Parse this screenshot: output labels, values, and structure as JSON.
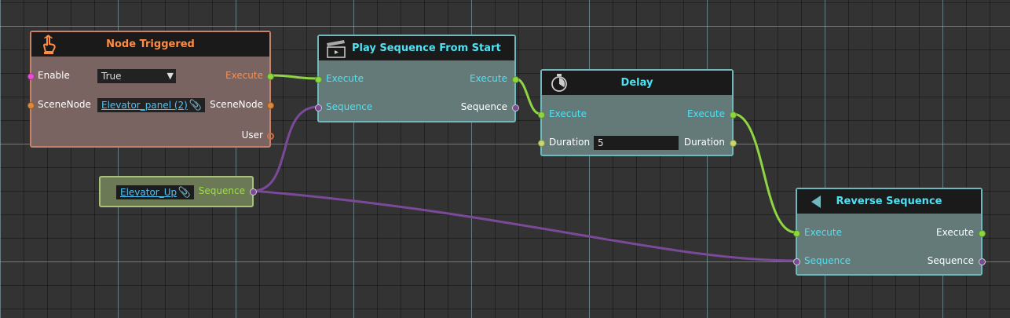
{
  "colors": {
    "execute_wire": "#8ed443",
    "sequence_wire": "#7a4a99",
    "title_cyan": "#4de1f2",
    "trigger_orange": "#ff8c42"
  },
  "node_triggered": {
    "title": "Node Triggered",
    "icon": "touch-hand-icon",
    "enable_label": "Enable",
    "enable_value": "True",
    "scenenode_label": "SceneNode",
    "scenenode_value": "Elevator_panel (2)",
    "scenenode_out_label": "SceneNode",
    "execute_label": "Execute",
    "user_label": "User"
  },
  "elevator_up": {
    "value": "Elevator_Up",
    "sequence_label": "Sequence"
  },
  "play_sequence": {
    "title": "Play Sequence From Start",
    "icon": "clapperboard-icon",
    "execute_in_label": "Execute",
    "sequence_in_label": "Sequence",
    "execute_out_label": "Execute",
    "sequence_out_label": "Sequence"
  },
  "delay": {
    "title": "Delay",
    "icon": "stopwatch-icon",
    "execute_in_label": "Execute",
    "duration_in_label": "Duration",
    "duration_value": "5",
    "execute_out_label": "Execute",
    "duration_out_label": "Duration"
  },
  "reverse_sequence": {
    "title": "Reverse Sequence",
    "icon": "reverse-triangle-icon",
    "execute_in_label": "Execute",
    "sequence_in_label": "Sequence",
    "execute_out_label": "Execute",
    "sequence_out_label": "Sequence"
  }
}
